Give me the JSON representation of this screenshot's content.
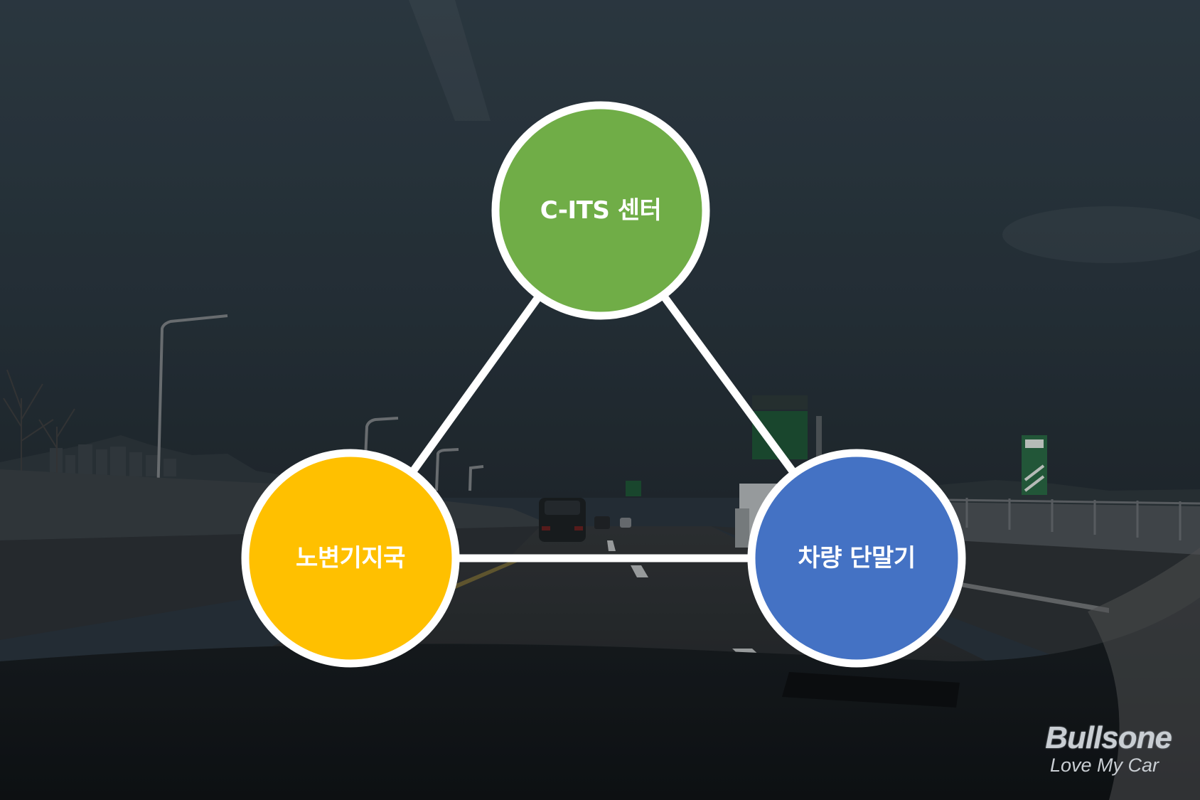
{
  "diagram": {
    "nodes": [
      {
        "id": "center",
        "label": "C-ITS 센터",
        "color": "#70ad47"
      },
      {
        "id": "roadside",
        "label": "노변기지국",
        "color": "#ffc000"
      },
      {
        "id": "vehicle",
        "label": "차량 단말기",
        "color": "#4472c4"
      }
    ],
    "edges": [
      {
        "from": "center",
        "to": "roadside"
      },
      {
        "from": "center",
        "to": "vehicle"
      },
      {
        "from": "roadside",
        "to": "vehicle"
      }
    ],
    "outline_color": "#ffffff"
  },
  "logo": {
    "brand": "Bullsone",
    "tagline": "Love My Car"
  }
}
